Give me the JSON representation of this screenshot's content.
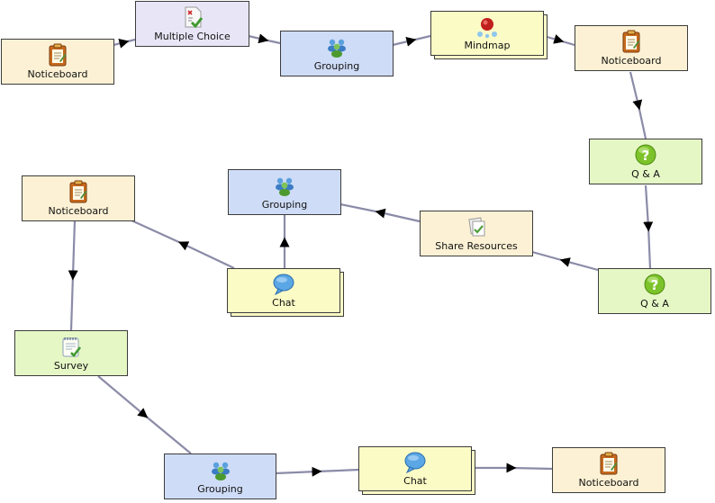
{
  "activities": {
    "noticeboard_1": "Noticeboard",
    "multiple_choice": "Multiple Choice",
    "grouping_1": "Grouping",
    "mindmap": "Mindmap",
    "noticeboard_2": "Noticeboard",
    "qa_1": "Q & A",
    "qa_2": "Q & A",
    "share_resources": "Share Resources",
    "grouping_2": "Grouping",
    "chat_1": "Chat",
    "noticeboard_3": "Noticeboard",
    "survey": "Survey",
    "grouping_3": "Grouping",
    "chat_2": "Chat",
    "noticeboard_4": "Noticeboard"
  },
  "icons": {
    "noticeboard": "clipboard-icon",
    "multiple_choice": "quiz-icon",
    "grouping": "group-icon",
    "mindmap": "mindmap-icon",
    "qa": "question-icon",
    "share_resources": "share-resources-icon",
    "chat": "chat-bubble-icon",
    "survey": "survey-icon"
  },
  "colors": {
    "noticeboard": "#fcf1d4",
    "grouping": "#cfdcf7",
    "multiple_choice": "#e8e6f6",
    "chat": "#fbfbc6",
    "qa": "#e6f7c6",
    "connector": "#8a8aa6"
  }
}
